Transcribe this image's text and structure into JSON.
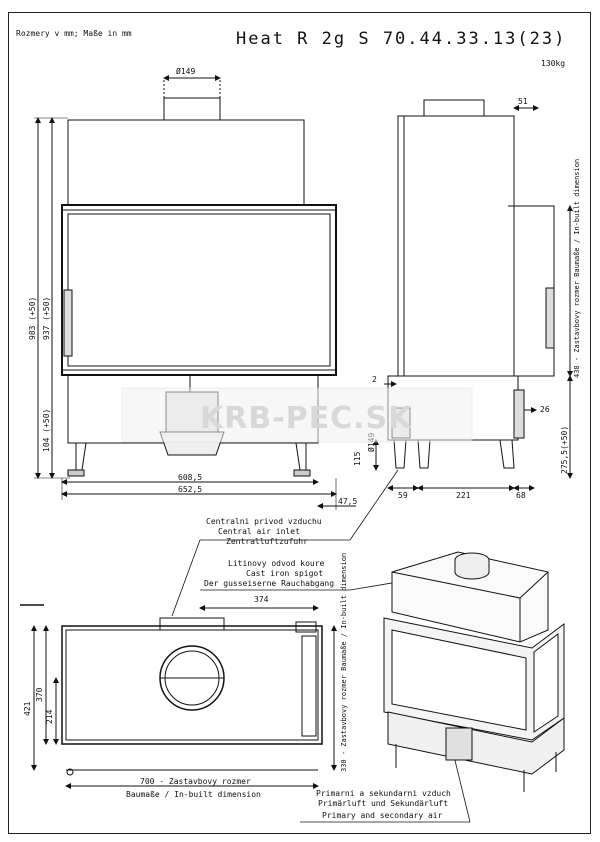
{
  "header": {
    "units_note": "Rozmery v mm; Maße in mm",
    "title": "Heat R 2g S 70.44.33.13(23)",
    "weight": "130kg"
  },
  "watermark": {
    "text": "KRB-PEC.SK"
  },
  "front_view": {
    "flue_diameter": "Ø149",
    "height_total": "983 (+50)",
    "height_inner": "937 (+50)",
    "height_base": "104 (+50)",
    "width_inner": "608,5",
    "width_outer": "652,5",
    "offset_right": "47,5"
  },
  "side_view": {
    "top_offset": "51",
    "gap": "2",
    "air_inlet_diameter": "Ø149",
    "inlet_height": "115",
    "inlet_depth": "59",
    "depth": "221",
    "rear_offset": "68",
    "built_in_height": "438 - Zastavbovy rozmer Baumaße / In-built dimension",
    "lower_height": "275,5(+50)",
    "side_offset": "26"
  },
  "callouts": {
    "central_air": [
      "Centralni privod vzduchu",
      "Central air inlet",
      "Zentralluftzufuhr"
    ],
    "cast_iron": [
      "Litinovy odvod koure",
      "Cast iron spigot",
      "Der gusseiserne Rauchabgang"
    ],
    "primary_secondary": [
      "Primarni a sekundarni vzduch",
      "Primärluft und Sekundärluft",
      "Primary and secondary air"
    ]
  },
  "top_view": {
    "offset": "374",
    "depth_outer": "421",
    "depth_mid": "370",
    "depth_center": "214",
    "built_in_depth": "330 - Zastavbovy rozmer Baumaße / In-built dimension",
    "width_line1": "700 - Zastavbovy rozmer",
    "width_line2": "Baumaße / In-built dimension"
  },
  "colors": {
    "line": "#111111",
    "frame": "#222222",
    "watermark": "#d8d8d8",
    "shade": "#e6e6e6"
  }
}
